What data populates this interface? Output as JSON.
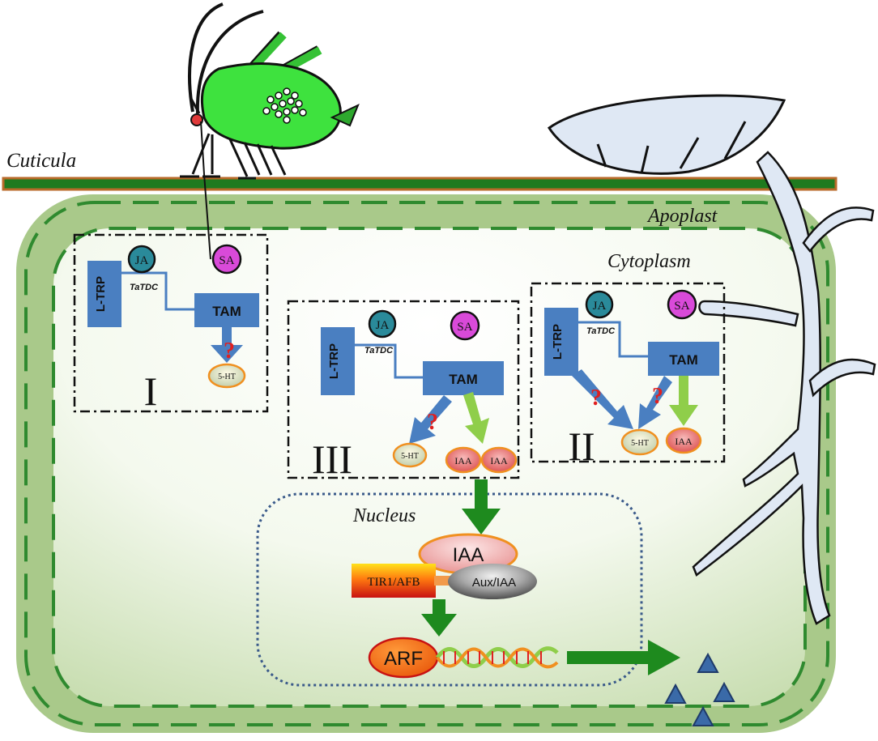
{
  "labels": {
    "cuticula": "Cuticula",
    "apoplast": "Apoplast",
    "cytoplasm": "Cytoplasm",
    "nucleus": "Nucleus"
  },
  "panels": [
    {
      "numeral": "I",
      "ltrp": "L-TRP",
      "enzyme": "TaTDC",
      "tam": "TAM",
      "ja": "JA",
      "sa": "SA",
      "uncertain": "?",
      "ht": "5-HT"
    },
    {
      "numeral": "III",
      "ltrp": "L-TRP",
      "enzyme": "TaTDC",
      "tam": "TAM",
      "ja": "JA",
      "sa": "SA",
      "uncertain": "?",
      "ht": "5-HT",
      "iaa_1": "IAA",
      "iaa_2": "IAA"
    },
    {
      "numeral": "II",
      "ltrp": "L-TRP",
      "enzyme": "TaTDC",
      "tam": "TAM",
      "ja": "JA",
      "sa": "SA",
      "uncertain_1": "?",
      "uncertain_2": "?",
      "ht": "5-HT",
      "iaa": "IAA"
    }
  ],
  "nucleus": {
    "iaa": "IAA",
    "tir1": "TIR1/AFB",
    "aux": "Aux/IAA",
    "arf": "ARF"
  },
  "colors": {
    "cuticula_band": "#1f7a1f",
    "cuticula_border": "#b86a2a",
    "apoplast_fill": "#a9c98a",
    "dashed_border": "#2f8a2f",
    "node_blue": "#4a7fc1",
    "ja_fill": "#2a8a9a",
    "sa_fill": "#d94ad9",
    "question": "#e02020",
    "arrow_light": "#8fce4a",
    "arrow_dark": "#1e8a1e",
    "aphid_body": "#3ee23e",
    "fungus": "#dfe8f4",
    "product_markers": "#3a6aa8"
  }
}
